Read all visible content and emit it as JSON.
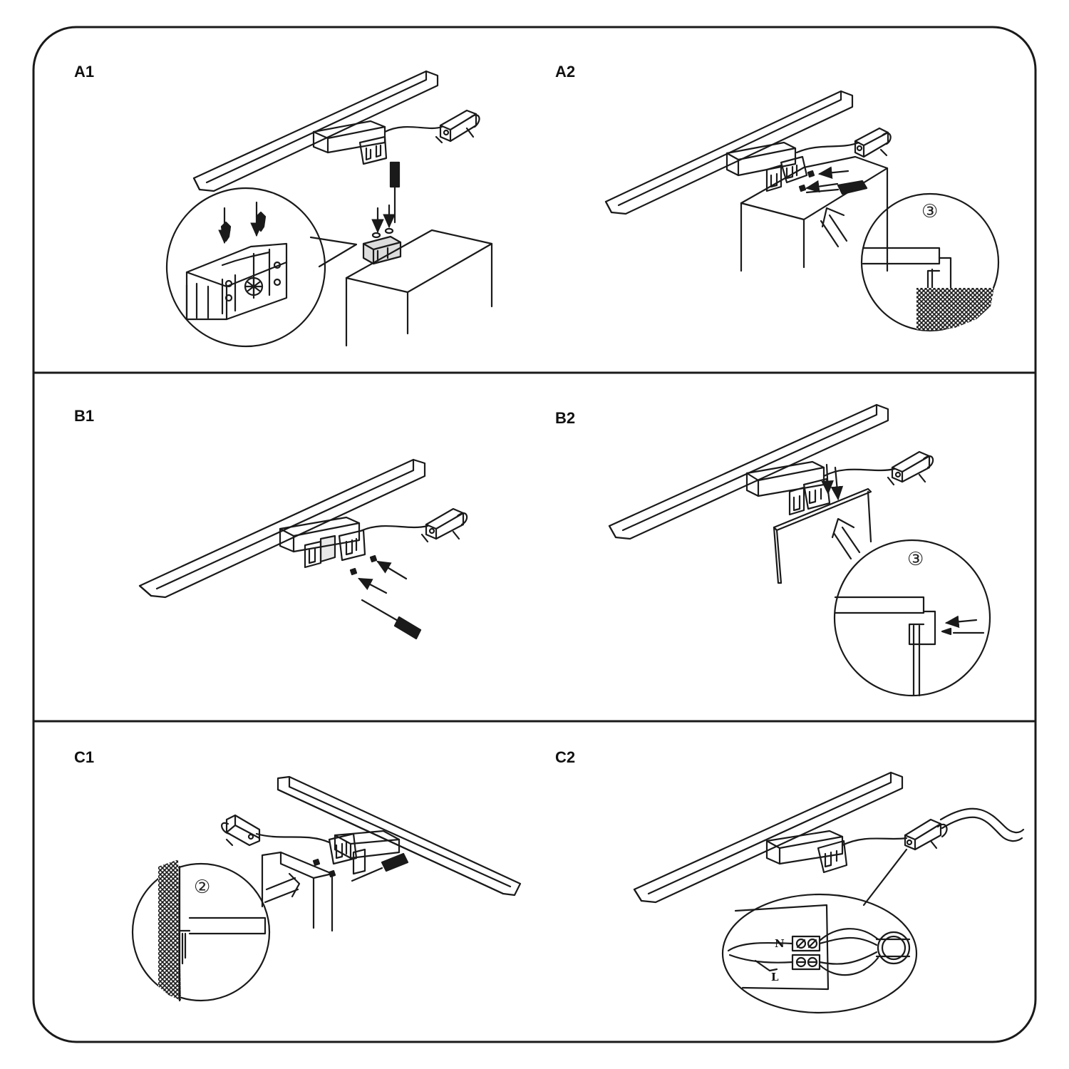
{
  "panels": [
    {
      "id": "A1",
      "label": "A1"
    },
    {
      "id": "A2",
      "label": "A2"
    },
    {
      "id": "B1",
      "label": "B1"
    },
    {
      "id": "B2",
      "label": "B2"
    },
    {
      "id": "C1",
      "label": "C1"
    },
    {
      "id": "C2",
      "label": "C2"
    }
  ],
  "step_markers": {
    "a2": "③",
    "b2": "③",
    "c1": "②"
  },
  "wiring": {
    "neutral": "N",
    "live": "L"
  },
  "colors": {
    "line": "#1a1a1a",
    "hatch": "#1a1a1a",
    "background": "#ffffff"
  }
}
